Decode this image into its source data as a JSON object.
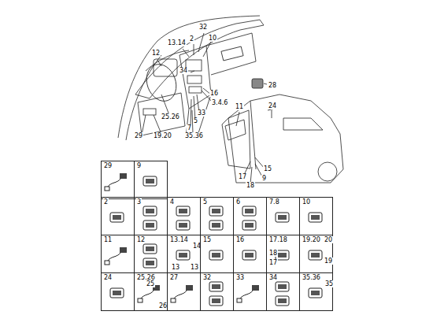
{
  "diagram": {
    "nodes": [
      {
        "text": [
          "29"
        ]
      },
      {
        "text": [
          "9"
        ]
      },
      {
        "text": [
          "2"
        ]
      },
      {
        "text": [
          "3"
        ]
      },
      {
        "text": [
          "4"
        ]
      },
      {
        "text": [
          "5"
        ]
      },
      {
        "text": [
          "6"
        ]
      },
      {
        "text": [
          "7.8"
        ]
      },
      {
        "text": [
          "10"
        ]
      },
      {
        "text": [
          "11"
        ]
      },
      {
        "text": [
          "12"
        ]
      },
      {
        "text": [
          "13.14",
          "14",
          "13",
          "13"
        ]
      },
      {
        "text": [
          "15"
        ]
      },
      {
        "text": [
          "16"
        ]
      },
      {
        "text": [
          "17.18",
          "18",
          "17"
        ]
      },
      {
        "text": [
          "19.20",
          "20",
          "19"
        ]
      },
      {
        "text": [
          "24"
        ]
      },
      {
        "text": [
          "25.26",
          "25",
          "26"
        ]
      },
      {
        "text": [
          "27"
        ]
      },
      {
        "text": [
          "32"
        ]
      },
      {
        "text": [
          "33"
        ]
      },
      {
        "text": [
          "34"
        ]
      },
      {
        "text": [
          "35.36",
          "35"
        ]
      }
    ],
    "edges": [],
    "labels": [
      "12",
      "13.14",
      "2",
      "32",
      "10",
      "28",
      "34",
      "16",
      "3.4.6",
      "33",
      "5",
      "7",
      "25.26",
      "35.36",
      "19.20",
      "29",
      "11",
      "24",
      "15",
      "9",
      "17",
      "18"
    ]
  }
}
